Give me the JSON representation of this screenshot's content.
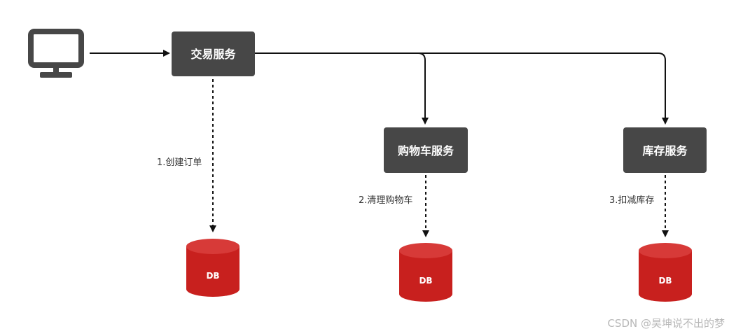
{
  "colors": {
    "service_box": "#474747",
    "db": "#c8201e",
    "db_top": "#d73a38",
    "arrow": "#111111",
    "monitor": "#474747"
  },
  "client": {
    "icon": "monitor-icon"
  },
  "services": {
    "trade": {
      "label": "交易服务"
    },
    "cart": {
      "label": "购物车服务"
    },
    "inventory": {
      "label": "库存服务"
    }
  },
  "steps": {
    "create_order": "1.创建订单",
    "clear_cart": "2.清理购物车",
    "deduct_stock": "3.扣减库存"
  },
  "databases": {
    "trade_db": "DB",
    "cart_db": "DB",
    "inventory_db": "DB"
  },
  "watermark": "CSDN @昊坤说不出的梦"
}
